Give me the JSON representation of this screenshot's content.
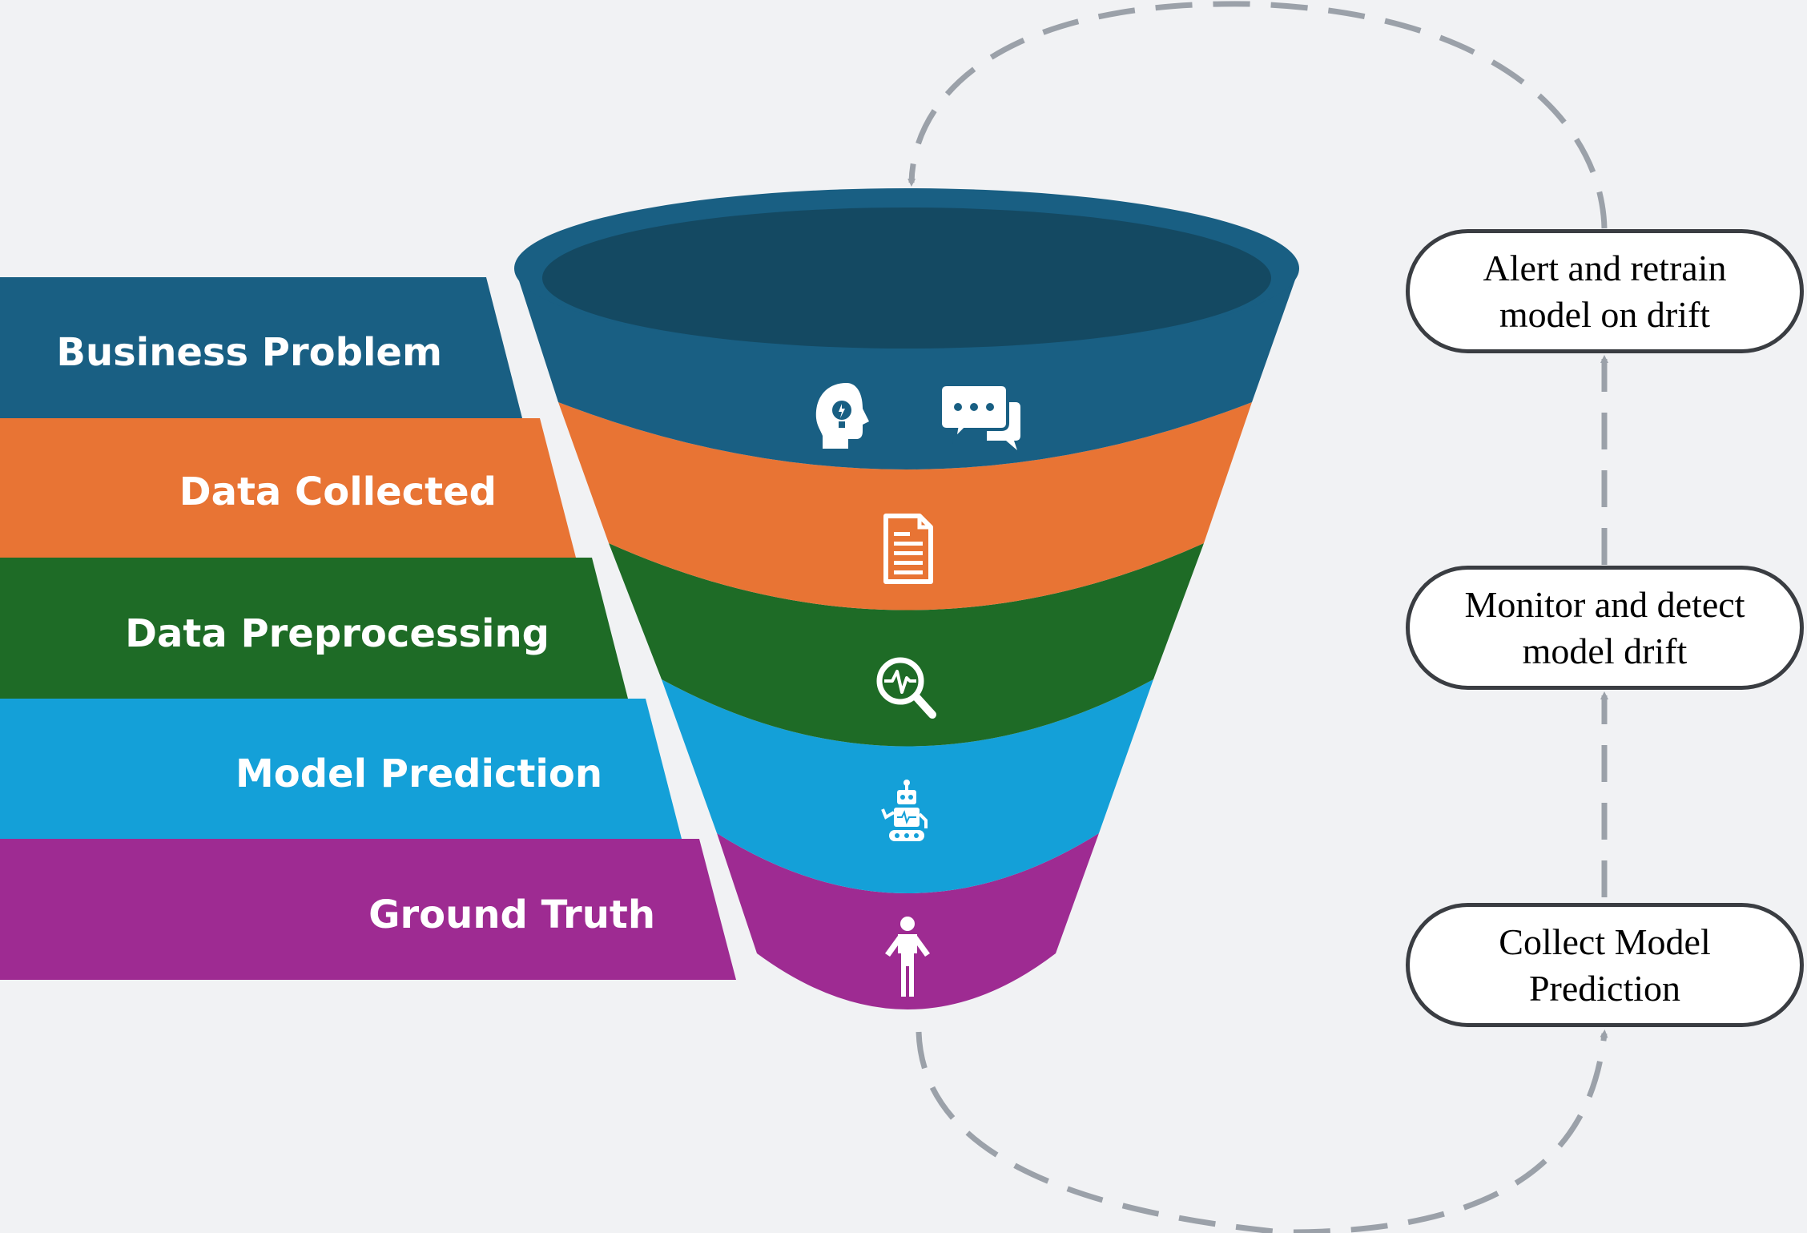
{
  "stages": [
    {
      "label": "Business Problem",
      "color": "#195f83",
      "icons": [
        "head-lightbulb-icon",
        "chat-bubbles-icon"
      ]
    },
    {
      "label": "Data Collected",
      "color": "#e87434",
      "icons": [
        "document-icon"
      ]
    },
    {
      "label": "Data Preprocessing",
      "color": "#1e6b26",
      "icons": [
        "magnify-pulse-icon"
      ]
    },
    {
      "label": "Model Prediction",
      "color": "#14a0d8",
      "icons": [
        "robot-icon"
      ]
    },
    {
      "label": "Ground Truth",
      "color": "#9e2b92",
      "icons": [
        "person-icon"
      ]
    }
  ],
  "funnel_rim_color": "#144962",
  "loop_steps": [
    {
      "line1": "Alert and retrain",
      "line2": "model on drift"
    },
    {
      "line1": "Monitor and detect",
      "line2": "model drift"
    },
    {
      "line1": "Collect Model",
      "line2": "Prediction"
    }
  ],
  "arrow_color": "#9ba1a9"
}
